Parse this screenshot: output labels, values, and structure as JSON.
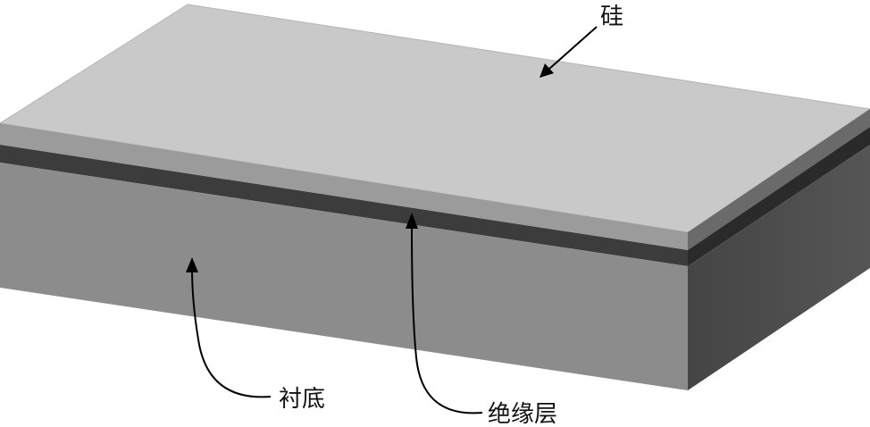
{
  "labels": {
    "silicon": "硅",
    "substrate": "衬底",
    "insulator": "绝缘层"
  },
  "layers": [
    {
      "name": "silicon",
      "color": "#c8c8c8"
    },
    {
      "name": "insulator",
      "color": "#3a3a3a"
    },
    {
      "name": "substrate",
      "color": "#8a8a8a"
    }
  ]
}
